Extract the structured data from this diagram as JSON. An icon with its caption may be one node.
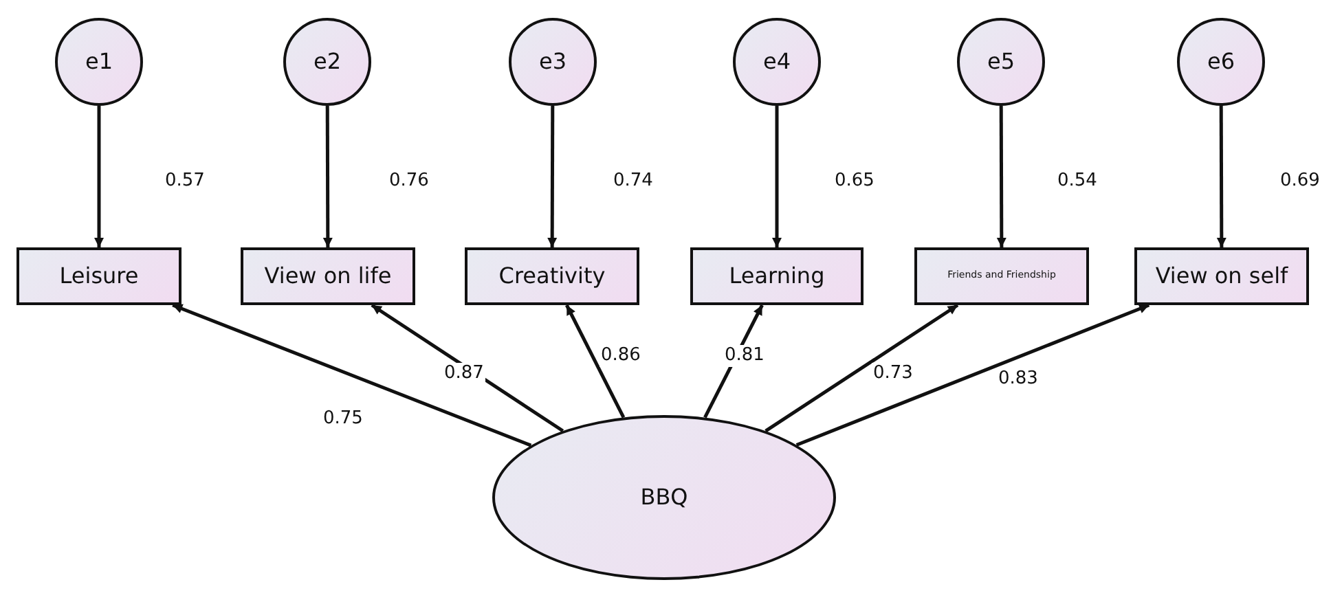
{
  "diagram": {
    "nodes": [
      {
        "text": [
          "e1"
        ]
      },
      {
        "text": [
          "e2"
        ]
      },
      {
        "text": [
          "e3"
        ]
      },
      {
        "text": [
          "e4"
        ]
      },
      {
        "text": [
          "e5"
        ]
      },
      {
        "text": [
          "e6"
        ]
      },
      {
        "text": [
          "Leisure"
        ],
        "beside": [
          "0.57"
        ]
      },
      {
        "text": [
          "View on life"
        ],
        "beside": [
          "0.76"
        ]
      },
      {
        "text": [
          "Creativity"
        ],
        "beside": [
          "0.74"
        ]
      },
      {
        "text": [
          "Learning"
        ],
        "beside": [
          "0.65"
        ]
      },
      {
        "text": [
          "Friends and Friendship"
        ],
        "beside": [
          "0.54"
        ]
      },
      {
        "text": [
          "View on self"
        ],
        "beside": [
          "0.69"
        ]
      },
      {
        "text": [
          "BBQ"
        ]
      }
    ],
    "edges": [
      {
        "from": 0,
        "to": 6,
        "arrow": "to"
      },
      {
        "from": 1,
        "to": 7,
        "arrow": "to"
      },
      {
        "from": 2,
        "to": 8,
        "arrow": "to"
      },
      {
        "from": 3,
        "to": 9,
        "arrow": "to"
      },
      {
        "from": 4,
        "to": 10,
        "arrow": "to"
      },
      {
        "from": 5,
        "to": 11,
        "arrow": "to"
      },
      {
        "from": 12,
        "to": 6,
        "arrow": "to",
        "label": "0.75"
      },
      {
        "from": 12,
        "to": 7,
        "arrow": "to",
        "label": "0.87"
      },
      {
        "from": 12,
        "to": 8,
        "arrow": "to",
        "label": "0.86"
      },
      {
        "from": 12,
        "to": 9,
        "arrow": "to",
        "label": "0.81"
      },
      {
        "from": 12,
        "to": 10,
        "arrow": "to",
        "label": "0.73"
      },
      {
        "from": 12,
        "to": 11,
        "arrow": "to",
        "label": "0.83"
      }
    ]
  }
}
